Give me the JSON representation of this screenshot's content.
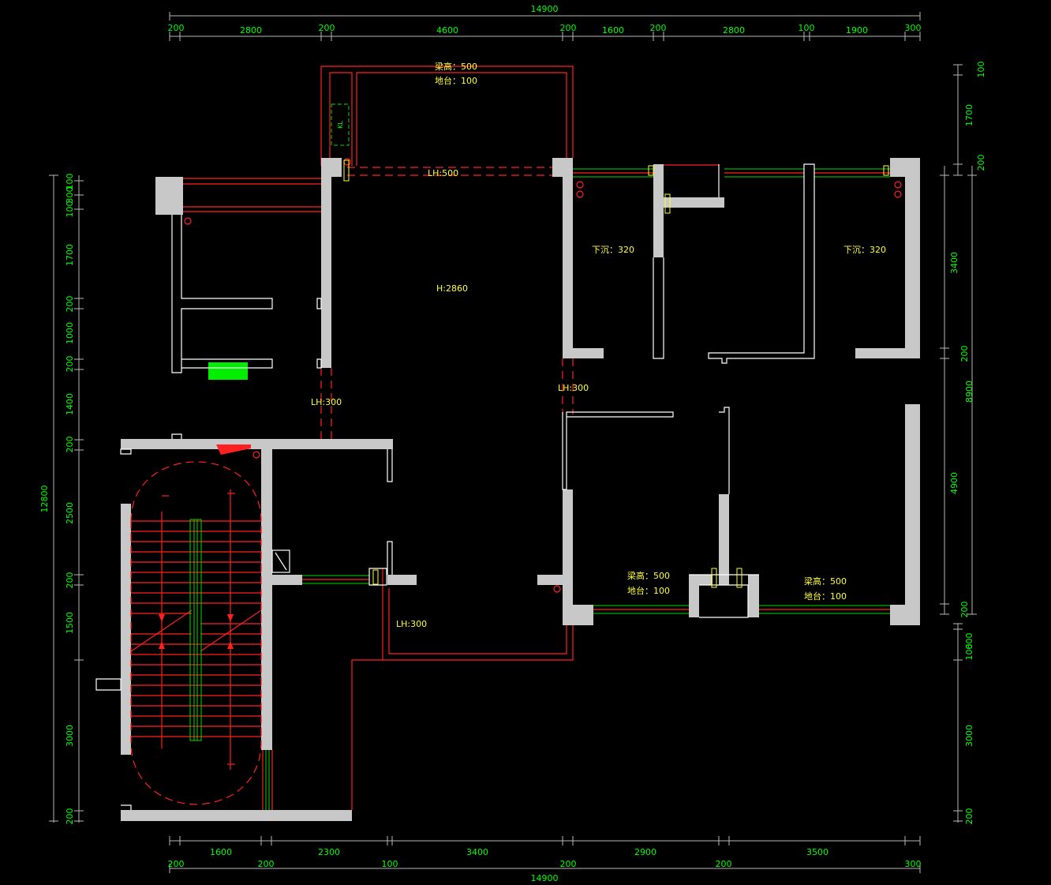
{
  "dimensions": {
    "top_total": "14900",
    "bottom_total": "14900",
    "left_total": "12800",
    "right_total": "8900",
    "top_segments": [
      "200",
      "2800",
      "200",
      "4600",
      "200",
      "1600",
      "200",
      "2800",
      "100",
      "1900",
      "300"
    ],
    "bottom_segments": [
      "200",
      "1600",
      "200",
      "2300",
      "100",
      "3400",
      "200",
      "2900",
      "200",
      "3500",
      "300"
    ],
    "left_segments": [
      "100",
      "300",
      "100",
      "1700",
      "200",
      "1000",
      "200",
      "1400",
      "200",
      "2500",
      "200",
      "1500",
      "3000",
      "200"
    ],
    "right_segments": [
      "100",
      "1700",
      "200",
      "3400",
      "200",
      "4900",
      "200",
      "100",
      "600",
      "3000",
      "200"
    ]
  },
  "labels": {
    "beam_top_1": "梁高：500",
    "sill_top_1": "地台：100",
    "lh500": "LH:500",
    "h2860": "H:2860",
    "sunk_1": "下沉：320",
    "sunk_2": "下沉：320",
    "lh300_left": "LH:300",
    "lh300_mid": "LH:300",
    "lh300_bottom": "LH:300",
    "beam_bot_1": "梁高：500",
    "sill_bot_1": "地台：100",
    "beam_bot_2": "梁高：500",
    "sill_bot_2": "地台：100",
    "kl": "KL"
  },
  "colors": {
    "background": "#000000",
    "dimension_text": "#00ff00",
    "label_text": "#ffff33",
    "walls": "#c8c8c8",
    "beams": "#ff2020",
    "windows": "#00dd00"
  }
}
